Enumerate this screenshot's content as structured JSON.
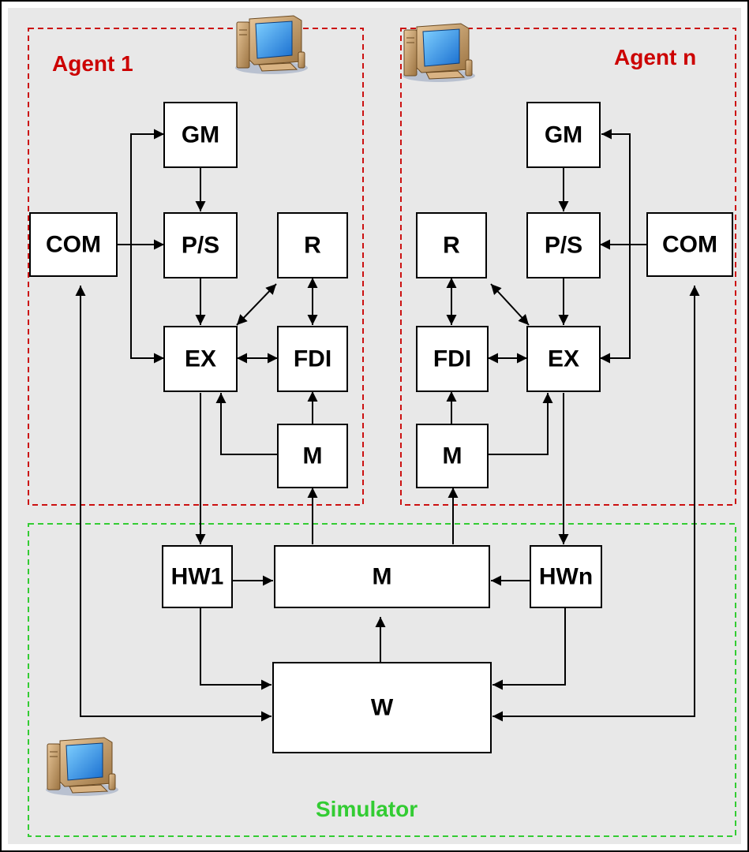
{
  "colors": {
    "background": "#e8e8e8",
    "frame": "#000000",
    "agent_border": "#cc1111",
    "agent_label": "#cc0000",
    "simulator_border": "#33cc33",
    "simulator_label": "#33cc33",
    "box_fill": "#ffffff",
    "box_stroke": "#000000"
  },
  "groups": {
    "agent1": {
      "label": "Agent 1",
      "icon": "computer-icon"
    },
    "agentn": {
      "label": "Agent n",
      "icon": "computer-icon"
    },
    "simulator": {
      "label": "Simulator",
      "icon": "computer-icon"
    }
  },
  "boxes": {
    "a1_gm": "GM",
    "a1_ps": "P/S",
    "a1_com": "COM",
    "a1_r": "R",
    "a1_ex": "EX",
    "a1_fdi": "FDI",
    "a1_m": "M",
    "an_gm": "GM",
    "an_ps": "P/S",
    "an_com": "COM",
    "an_r": "R",
    "an_ex": "EX",
    "an_fdi": "FDI",
    "an_m": "M",
    "hw1": "HW1",
    "hwn": "HWn",
    "sim_m": "M",
    "world": "W"
  }
}
